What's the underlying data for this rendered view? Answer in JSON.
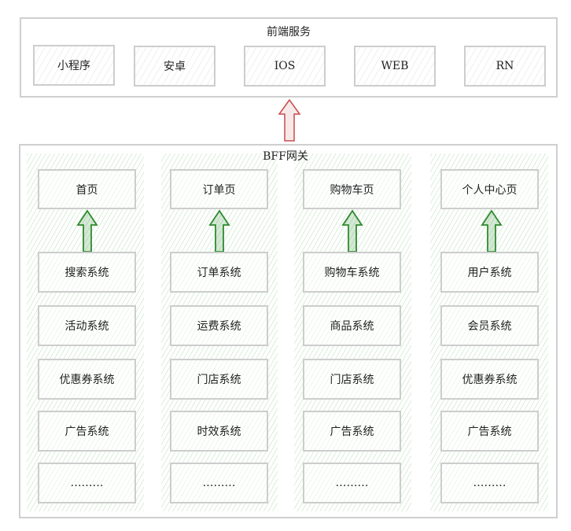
{
  "frontend": {
    "title": "前端服务",
    "clients": [
      "小程序",
      "安卓",
      "IOS",
      "WEB",
      "RN"
    ]
  },
  "gateway": {
    "title": "BFF网关",
    "columns": [
      {
        "page": "首页",
        "services": [
          "搜索系统",
          "活动系统",
          "优惠券系统",
          "广告系统",
          "………"
        ]
      },
      {
        "page": "订单页",
        "services": [
          "订单系统",
          "运费系统",
          "门店系统",
          "时效系统",
          "………"
        ]
      },
      {
        "page": "购物车页",
        "services": [
          "购物车系统",
          "商品系统",
          "门店系统",
          "广告系统",
          "………"
        ]
      },
      {
        "page": "个人中心页",
        "services": [
          "用户系统",
          "会员系统",
          "优惠券系统",
          "广告系统",
          "………"
        ]
      }
    ]
  },
  "colors": {
    "up_arrow": "#c94a4a",
    "service_arrow": "#2f8a2f",
    "column_hatch": "#b9deb9",
    "border": "#cdcdcd"
  }
}
